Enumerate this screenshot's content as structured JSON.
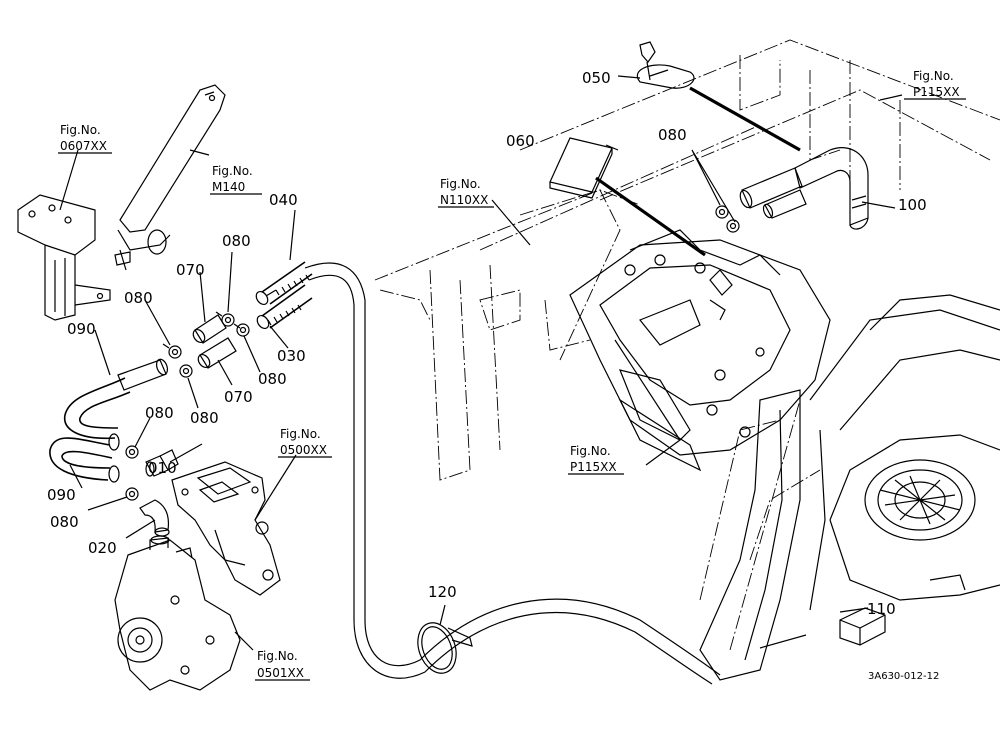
{
  "parts": {
    "p010": "010",
    "p020": "020",
    "p030": "030",
    "p040": "040",
    "p050": "050",
    "p060": "060",
    "p070": "070",
    "p080": "080",
    "p090": "090",
    "p100": "100",
    "p110": "110",
    "p120": "120"
  },
  "fig_refs": {
    "fig_label": "Fig.No.",
    "f0607": "0607XX",
    "m140": "M140",
    "n110": "N110XX",
    "p115": "P115XX",
    "f0500": "0500XX",
    "f0501": "0501XX"
  },
  "drawing_code": "3A630-012-12"
}
